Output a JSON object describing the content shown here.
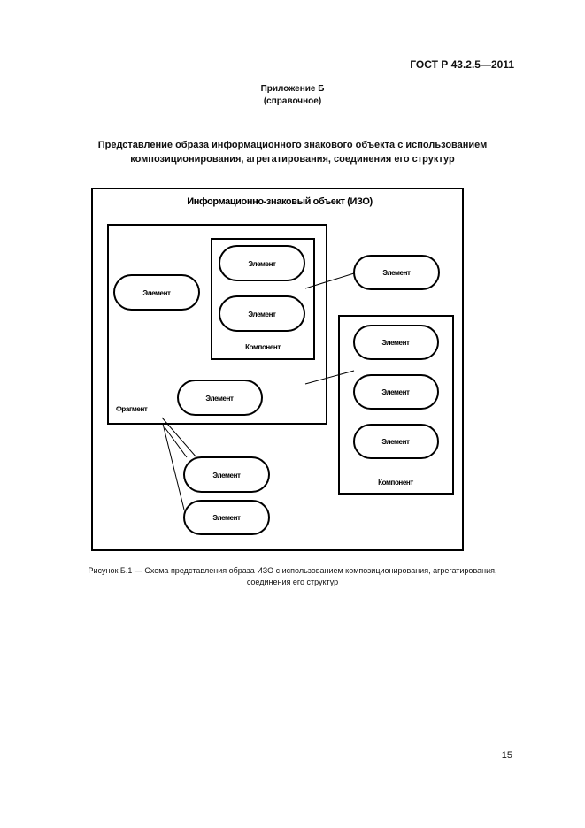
{
  "header": {
    "standard_id": "ГОСТ Р 43.2.5—2011"
  },
  "appendix": {
    "title": "Приложение Б",
    "subtitle": "(справочное)"
  },
  "heading": {
    "line1": "Представление образа информационного знакового объекта с использованием",
    "line2": "композиционирования, агрегатирования, соединения его структур"
  },
  "diagram": {
    "title": "Информационно-знаковый объект (ИЗО)",
    "element_label": "Элемент",
    "component_label": "Компонент",
    "fragment_label": "Фрагмент"
  },
  "caption": {
    "line1": "Рисунок  Б.1 — Схема представления образа ИЗО с использованием композиционирования, агрегатирования,",
    "line2": "соединения его структур"
  },
  "footer": {
    "page_number": "15"
  }
}
